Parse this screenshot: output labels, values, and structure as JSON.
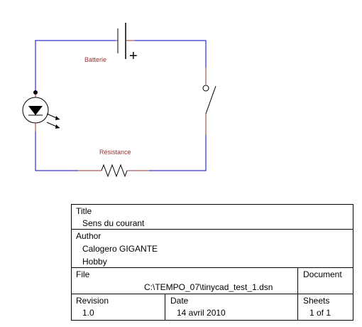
{
  "schematic": {
    "labels": {
      "battery": "Batterie",
      "resistor": "Résistance"
    },
    "symbols": {
      "battery_polarity": "+"
    },
    "colors": {
      "wire": "#0000cc",
      "component_lead": "#993333",
      "component_body": "#000000",
      "label": "#993333"
    }
  },
  "title_block": {
    "title_label": "Title",
    "title_value": "Sens du courant",
    "author_label": "Author",
    "author_value": "Calogero GIGANTE",
    "organization_value": "Hobby",
    "file_label": "File",
    "file_value": "C:\\TEMPO_07\\tinycad_test_1.dsn",
    "document_label": "Document",
    "revision_label": "Revision",
    "revision_value": "1.0",
    "date_label": "Date",
    "date_value": "14 avril 2010",
    "sheets_label": "Sheets",
    "sheets_value": "1 of 1"
  }
}
